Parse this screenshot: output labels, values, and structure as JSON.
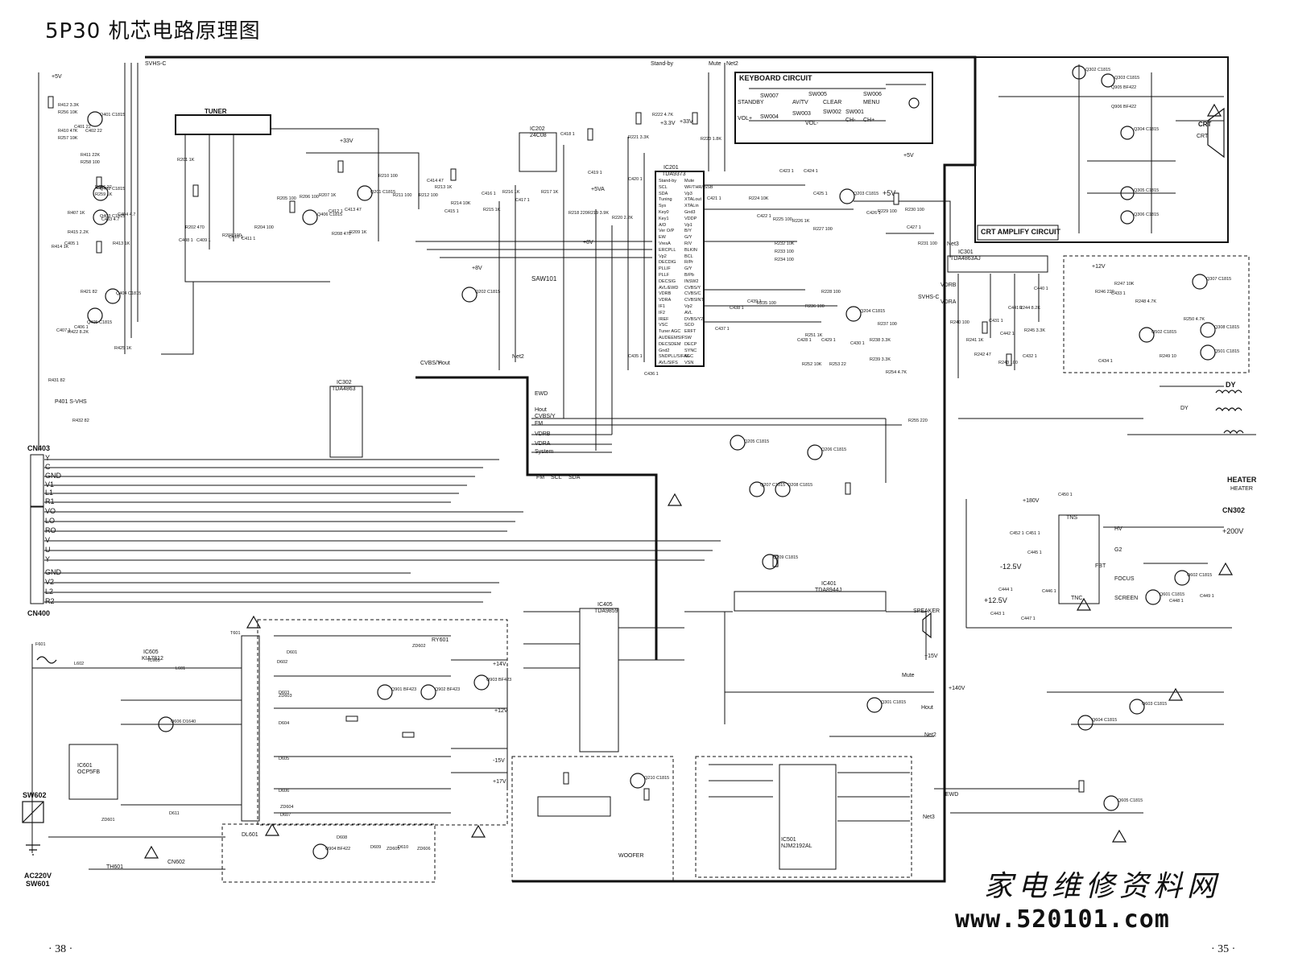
{
  "title": "5P30 机芯电路原理图",
  "watermark": {
    "chinese": "家电维修资料网",
    "url": "www.520101.com"
  },
  "page_numbers": {
    "left": "· 38 ·",
    "right": "· 35 ·"
  },
  "blocks": {
    "keyboard": "KEYBOARD CIRCUIT",
    "crt_amp": "CRT AMPLIFY CIRCUIT",
    "tuner": "TUNER",
    "heater": "HEATER",
    "dy": "DY",
    "crt": "CRT",
    "saw": "SAW101",
    "cn400": "CN400",
    "cn403": "CN403",
    "cn302": "CN302",
    "sw602": "SW602",
    "ac_input": "AC220V",
    "sw601": "SW601",
    "svhs": "SVHS-C",
    "p401": "P401 S-VHS"
  },
  "connector_cn403": [
    "Y",
    "C",
    "GND",
    "V1",
    "L1",
    "R1"
  ],
  "connector_cn400": [
    "VO",
    "LO",
    "RO",
    "V",
    "U",
    "Y",
    "GND",
    "V2",
    "L2",
    "R2"
  ],
  "keyboard": {
    "labels": [
      "STANDBY",
      "VOL+",
      "VOL-",
      "AV/TV",
      "CLEAR",
      "MENU",
      "CH+",
      "CH-",
      "SW007",
      "SW004",
      "SW005",
      "SW006",
      "SW003",
      "SW002",
      "SW001"
    ]
  },
  "ic_labels": [
    {
      "id": "ic201",
      "name": "IC201",
      "part": "TDA9373"
    },
    {
      "id": "ic301",
      "name": "IC301",
      "part": "TDA4863AJ"
    },
    {
      "id": "ic401",
      "name": "IC401",
      "part": "TDA8944J"
    },
    {
      "id": "ic405",
      "name": "IC405",
      "part": "TDA9859"
    },
    {
      "id": "ic605",
      "name": "IC605",
      "part": "KIA7812"
    },
    {
      "id": "ic601",
      "name": "IC601",
      "part": "OCP5FB"
    },
    {
      "id": "ic501",
      "name": "IC501",
      "part": "NJM2192AL"
    },
    {
      "id": "ic302",
      "name": "IC302",
      "part": "TDA4863"
    },
    {
      "id": "ic202",
      "name": "IC202",
      "part": "24C08"
    }
  ],
  "ic201_pins_left": [
    "Stand-by",
    "SCL",
    "SDA",
    "Tuning",
    "Sys",
    "Key0",
    "Key1",
    "A/D",
    "Ver O/P",
    "EW",
    "VresA",
    "ERCPLL",
    "Vp2",
    "DECDIG",
    "PLLIF",
    "PLLF",
    "DECSIG",
    "AVL/EWD",
    "VDRB",
    "VDRA",
    "IF1",
    "IF2",
    "IREF",
    "VSC",
    "Tuner AGC",
    "AUDEEMSIF",
    "DECSDEM",
    "Gnd2",
    "SNDPLL/SIFAGC",
    "AVL/SIFS"
  ],
  "ic201_pins_right": [
    "Mute",
    "WF/THR/ISSB",
    "Vp3",
    "XTALout",
    "XTALin",
    "Gnd3",
    "VDDP",
    "Vp1",
    "B/Y",
    "G/Y",
    "R/V",
    "BLKIN",
    "BCL",
    "R/Pr",
    "G/Y",
    "B/Pb",
    "INSW2",
    "CVBS/Y",
    "CVBS/C",
    "CVBSINT",
    "Vp2",
    "AVL",
    "DVBS/Y2",
    "SCO",
    "ERFT",
    "SW",
    "DECP",
    "SYNC",
    "SL",
    "VSN"
  ],
  "signal_labels": [
    "Stand-by",
    "Mute",
    "Net2",
    "Net3",
    "SVHS-C",
    "Hout",
    "CVBS/Y",
    "FM",
    "VDRB",
    "VDRA",
    "System",
    "EWD",
    "Net2",
    "Hout",
    "Net3",
    "VDRA",
    "VDRB",
    "SCL",
    "SDA",
    "FM",
    "CVBS/Y",
    "Hout",
    "EWD",
    "Net2",
    "Mute"
  ],
  "voltage_labels": [
    "+5V",
    "+8V",
    "+33V",
    "+12V",
    "+15V",
    "+17V",
    "-12.5V",
    "+12.5V",
    "+140V",
    "+200V",
    "+180V",
    "-15V",
    "+12V",
    "+5V",
    "+14V",
    "+3.3V",
    "+5V",
    "+8V",
    "+5VA",
    "+33V"
  ],
  "resistor_labels": [
    "R412 3.3K",
    "R410 47K",
    "R411 22K",
    "R406 22",
    "R407 1K",
    "R415 2.2K",
    "R413 1K",
    "R414 1K",
    "R421 82",
    "R422 8.2K",
    "R425 1K",
    "R431 82",
    "R432 82",
    "R201 1K",
    "R202 470",
    "R203 100",
    "R204 100",
    "R205 100",
    "R206 100",
    "R207 1K",
    "R208 470",
    "R209 1K",
    "R210 100",
    "R211 100",
    "R212 100",
    "R213 1K",
    "R214 10K",
    "R215 1K",
    "R216 1K",
    "R217 1K",
    "R218 220",
    "R219 3.9K",
    "R220 2.2K",
    "R221 3.3K",
    "R222 4.7K",
    "R223 1.8K",
    "R224 10K",
    "R225 100",
    "R226 1K",
    "R227 100",
    "R228 100",
    "R229 100",
    "R230 100",
    "R231 100",
    "R232 10K",
    "R233 100",
    "R234 100",
    "R235 100",
    "R236 100",
    "R237 100",
    "R238 3.3K",
    "R239 3.3K",
    "R240 100",
    "R241 1K",
    "R242 47",
    "R243 100",
    "R244 8.2K",
    "R245 3.3K",
    "R246 220",
    "R247 10K",
    "R248 4.7K",
    "R249 10",
    "R250 4.7K",
    "R251 1K",
    "R252 10K",
    "R253 22",
    "R254 4.7K",
    "R255 220",
    "R256 10K",
    "R257 10K",
    "R258 100",
    "R259 1K"
  ],
  "capacitor_labels": [
    "C401 22",
    "C402 22",
    "C403 4.7",
    "C404 4.7",
    "C405 1",
    "C406 1",
    "C407 1",
    "C408 1",
    "C409 1",
    "C410 1",
    "C411 1",
    "C412 1",
    "C413 47",
    "C414 47",
    "C415 1",
    "C416 1",
    "C417 1",
    "C418 1",
    "C419 1",
    "C420 1",
    "C421 1",
    "C422 1",
    "C423 1",
    "C424 1",
    "C425 1",
    "C426 1",
    "C427 1",
    "C428 1",
    "C429 1",
    "C430 1",
    "C431 1",
    "C432 1",
    "C433 1",
    "C434 1",
    "C435 1",
    "C436 1",
    "C437 1",
    "C438 1",
    "C439 1",
    "C440 1",
    "C441 1",
    "C442 1",
    "C443 1",
    "C444 1",
    "C445 1",
    "C446 1",
    "C447 1",
    "C448 1",
    "C449 1",
    "C450 1",
    "C451 1",
    "C452 1"
  ],
  "transistor_labels": [
    "Q401 C1815",
    "Q402 C1815",
    "Q403 C1815",
    "Q404 C1815",
    "Q405 C1815",
    "Q406 C1815",
    "Q201 C1815",
    "Q202 C1815",
    "Q203 C1815",
    "Q204 C1815",
    "Q205 C1815",
    "Q206 C1815",
    "Q207 C1815",
    "Q208 C1815",
    "Q209 C1815",
    "Q210 C1815",
    "Q301 C1815",
    "Q302 C1815",
    "Q303 C1815",
    "Q304 C1815",
    "Q305 C1815",
    "Q306 C1815",
    "Q307 C1815",
    "Q308 C1815",
    "Q501 C1815",
    "Q502 C1815",
    "Q601 C1815",
    "Q602 C1815",
    "Q603 C1815",
    "Q604 C1815",
    "Q605 C1815",
    "Q606 D1640",
    "Q901 BF423",
    "Q902 BF423",
    "Q903 BF423",
    "Q904 BF422",
    "Q905 BF422",
    "Q906 BF422"
  ],
  "power_labels": [
    "T601",
    "IC605",
    "F601",
    "L601",
    "L602",
    "D601",
    "D602",
    "D603",
    "D604",
    "D605",
    "D606",
    "D607",
    "D608",
    "D609",
    "D610",
    "D611",
    "ZD601",
    "ZD602",
    "ZD603",
    "ZD604",
    "ZD605",
    "ZD606"
  ],
  "misc_labels": [
    "TNS",
    "TNC",
    "FBT",
    "DL601",
    "CN602",
    "TH601",
    "RY601",
    "DY",
    "WOOFER",
    "SPEAKER",
    "CRT",
    "HEATER",
    "FOCUS",
    "SCREEN",
    "HV",
    "G2"
  ]
}
